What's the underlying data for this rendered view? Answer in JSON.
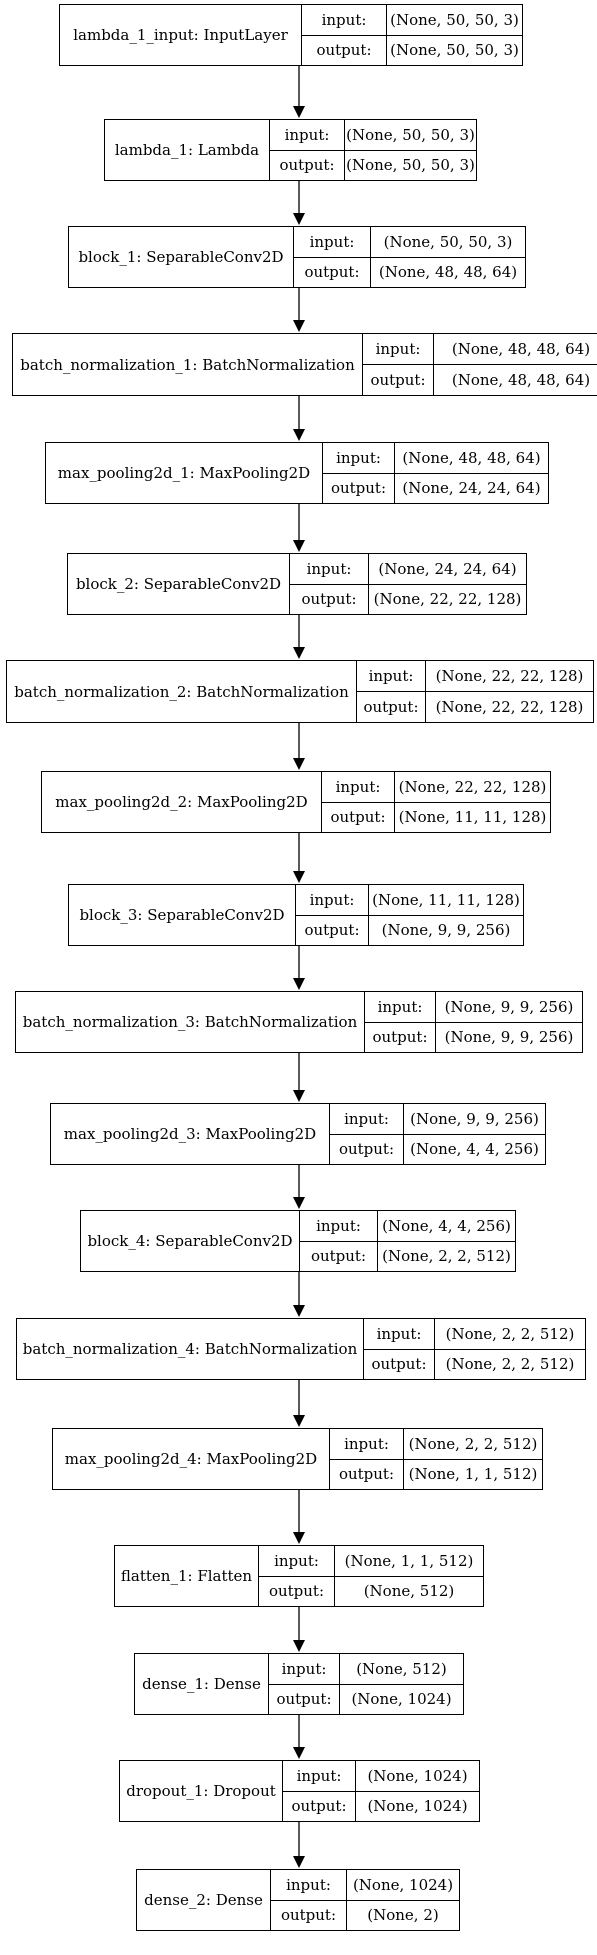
{
  "nodes": [
    {
      "name": "lambda_1_input: InputLayer",
      "input": "(None, 50, 50, 3)",
      "output": "(None, 50, 50, 3)"
    },
    {
      "name": "lambda_1: Lambda",
      "input": "(None, 50, 50, 3)",
      "output": "(None, 50, 50, 3)"
    },
    {
      "name": "block_1: SeparableConv2D",
      "input": "(None, 50, 50, 3)",
      "output": "(None, 48, 48, 64)"
    },
    {
      "name": "batch_normalization_1: BatchNormalization",
      "input": "(None, 48, 48, 64)",
      "output": "(None, 48, 48, 64)"
    },
    {
      "name": "max_pooling2d_1: MaxPooling2D",
      "input": "(None, 48, 48, 64)",
      "output": "(None, 24, 24, 64)"
    },
    {
      "name": "block_2: SeparableConv2D",
      "input": "(None, 24, 24, 64)",
      "output": "(None, 22, 22, 128)"
    },
    {
      "name": "batch_normalization_2: BatchNormalization",
      "input": "(None, 22, 22, 128)",
      "output": "(None, 22, 22, 128)"
    },
    {
      "name": "max_pooling2d_2: MaxPooling2D",
      "input": "(None, 22, 22, 128)",
      "output": "(None, 11, 11, 128)"
    },
    {
      "name": "block_3: SeparableConv2D",
      "input": "(None, 11, 11, 128)",
      "output": "(None, 9, 9, 256)"
    },
    {
      "name": "batch_normalization_3: BatchNormalization",
      "input": "(None, 9, 9, 256)",
      "output": "(None, 9, 9, 256)"
    },
    {
      "name": "max_pooling2d_3: MaxPooling2D",
      "input": "(None, 9, 9, 256)",
      "output": "(None, 4, 4, 256)"
    },
    {
      "name": "block_4: SeparableConv2D",
      "input": "(None, 4, 4, 256)",
      "output": "(None, 2, 2, 512)"
    },
    {
      "name": "batch_normalization_4: BatchNormalization",
      "input": "(None, 2, 2, 512)",
      "output": "(None, 2, 2, 512)"
    },
    {
      "name": "max_pooling2d_4: MaxPooling2D",
      "input": "(None, 2, 2, 512)",
      "output": "(None, 1, 1, 512)"
    },
    {
      "name": "flatten_1: Flatten",
      "input": "(None, 1, 1, 512)",
      "output": "(None, 512)"
    },
    {
      "name": "dense_1: Dense",
      "input": "(None, 512)",
      "output": "(None, 1024)"
    },
    {
      "name": "dropout_1: Dropout",
      "input": "(None, 1024)",
      "output": "(None, 1024)"
    },
    {
      "name": "dense_2: Dense",
      "input": "(None, 1024)",
      "output": "(None, 2)"
    }
  ],
  "port_labels": {
    "input": "input:",
    "output": "output:"
  }
}
